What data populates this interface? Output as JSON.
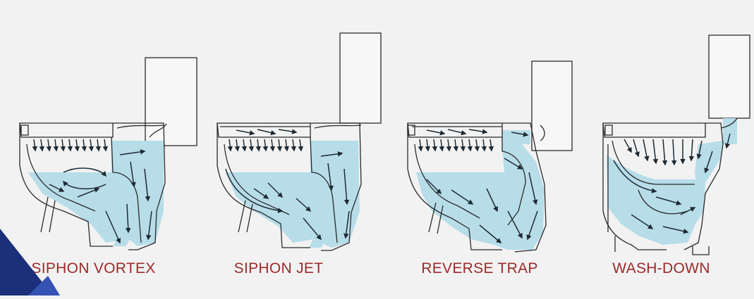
{
  "diagrams": [
    {
      "label": "SIPHON VORTEX"
    },
    {
      "label": "SIPHON JET"
    },
    {
      "label": "REVERSE TRAP"
    },
    {
      "label": "WASH-DOWN"
    }
  ],
  "colors": {
    "background": "#f2f2f2",
    "water": "#b7dde9",
    "outline": "#2a2a2a",
    "arrow": "#1e2a33",
    "caption": "#9c2a2a",
    "corner_dark": "#1b2f7a",
    "corner_light": "#3552b5"
  }
}
